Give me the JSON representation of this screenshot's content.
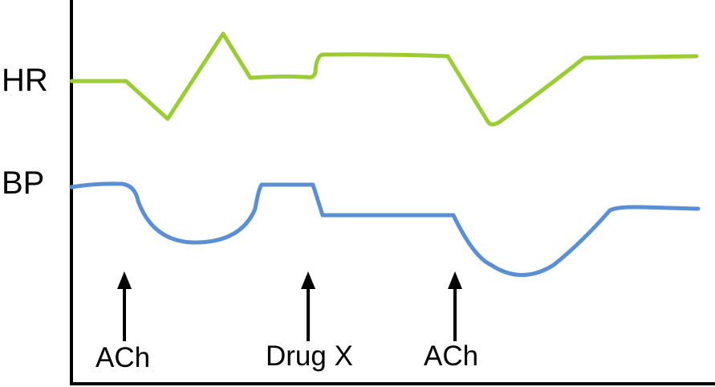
{
  "traces": [
    {
      "label": "HR",
      "color": "#9ACD32",
      "pattern": [
        "baseline",
        "dip",
        "spike",
        "baseline",
        "step-up",
        "plateau",
        "dip",
        "recover",
        "plateau"
      ]
    },
    {
      "label": "BP",
      "color": "#5B8FD4",
      "pattern": [
        "baseline",
        "dip",
        "recover",
        "plateau",
        "step-down",
        "plateau",
        "dip",
        "recover",
        "plateau"
      ]
    }
  ],
  "events": [
    {
      "label": "ACh",
      "icon": "arrow-up-icon"
    },
    {
      "label": "Drug X",
      "icon": "arrow-up-icon"
    },
    {
      "label": "ACh",
      "icon": "arrow-up-icon"
    }
  ],
  "axis_color": "#000000"
}
